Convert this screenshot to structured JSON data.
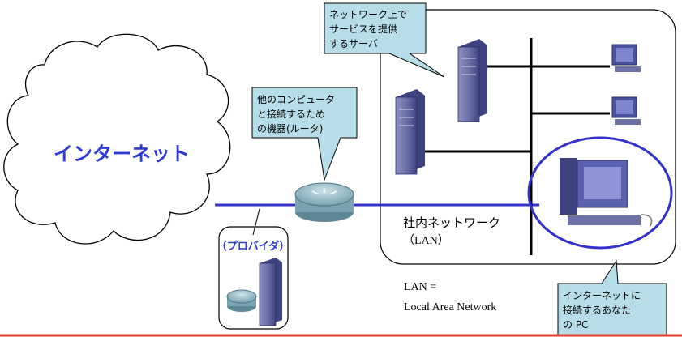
{
  "internet_label": "インターネット",
  "provider_label": "（プロバイダ）",
  "lan_label": "社内ネットワーク",
  "lan_sub": "（LAN）",
  "lan_def_line1": "LAN =",
  "lan_def_line2": "Local Area Network",
  "callout_server": [
    "ネットワーク上で",
    "サービスを提供",
    "するサーバ"
  ],
  "callout_router": [
    "他のコンピュータ",
    "と接続するため",
    "の機器(ルータ)"
  ],
  "callout_pc": [
    "インターネットに",
    "接続するあなた",
    "の PC"
  ],
  "colors": {
    "callout_fill": "#b7dde8",
    "line_blue": "#3333cc",
    "highlight_ring": "#3333cc",
    "internet_text": "#2e3ad6",
    "bottom_rule": "#e03a2f"
  }
}
